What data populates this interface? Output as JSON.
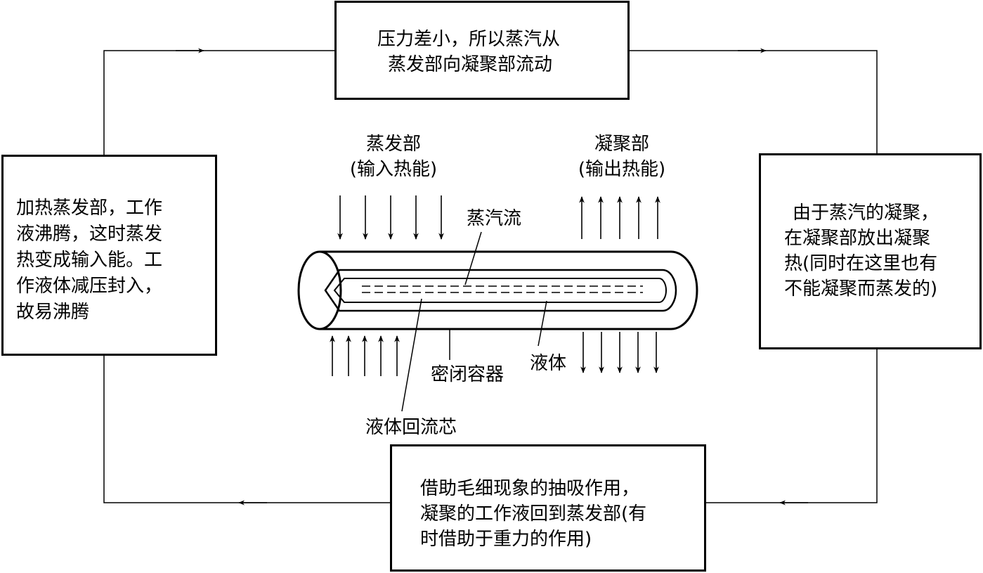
{
  "boxes": {
    "top": {
      "lines": [
        "压力差小，所以蒸汽从",
        "蒸发部向凝聚部流动"
      ]
    },
    "left": {
      "lines": [
        "加热蒸发部，工作",
        "液沸腾，这时蒸发",
        "热变成输入能。工",
        "作液体减压封入，",
        "故易沸腾"
      ]
    },
    "right": {
      "lines": [
        "由于蒸汽的凝聚，",
        "在凝聚部放出凝聚",
        "热(同时在这里也有",
        "不能凝聚而蒸发的)"
      ]
    },
    "bottom": {
      "lines": [
        "借助毛细现象的抽吸作用，",
        "凝聚的工作液回到蒸发部(有",
        "时借助于重力的作用)"
      ]
    }
  },
  "labels": {
    "evaporator": [
      "蒸发部",
      "(输入热能)"
    ],
    "condenser": [
      "凝聚部",
      "(输出热能)"
    ],
    "vapor_flow": "蒸汽流",
    "container": "密闭容器",
    "liquid": "液体",
    "wick": "液体回流芯"
  }
}
